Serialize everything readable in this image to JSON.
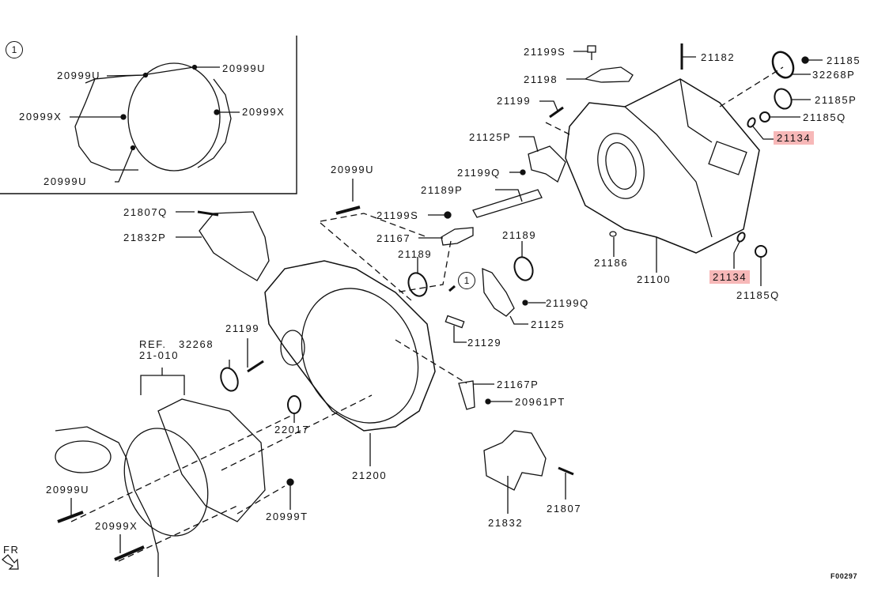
{
  "diagram": {
    "type": "exploded parts diagram",
    "subject": "transmission case / clutch housing",
    "figure_code": "F00297",
    "direction_indicator": "FR",
    "inset": {
      "callout": "1",
      "labels": [
        "20999U",
        "20999U",
        "20999X",
        "20999X",
        "20999U"
      ]
    },
    "callout_main": "1",
    "labels": {
      "p21199S_top": "21199S",
      "p21198": "21198",
      "p21182": "21182",
      "p21185": "21185",
      "p32268P": "32268P",
      "p21185P": "21185P",
      "p21199_top": "21199",
      "p21185Q_top": "21185Q",
      "p21134_top": "21134",
      "p21125P": "21125P",
      "p21199Q_top": "21199Q",
      "p21189P": "21189P",
      "p20999U_mid": "20999U",
      "p21199S_mid": "21199S",
      "p21167": "21167",
      "p21189_left": "21189",
      "p21189_right": "21189",
      "p21807Q": "21807Q",
      "p21832P": "21832P",
      "p21186": "21186",
      "p21100": "21100",
      "p21134_bottom": "21134",
      "p21185Q_bottom": "21185Q",
      "p21199Q_mid": "21199Q",
      "p21125": "21125",
      "p21129": "21129",
      "ref_line1": "REF.",
      "ref_line2": "21-010",
      "p32268": "32268",
      "p21199_mid": "21199",
      "p22017": "22017",
      "p21200": "21200",
      "p21167P": "21167P",
      "p20961PT": "20961PT",
      "p21832": "21832",
      "p21807": "21807",
      "p20999U_bottom": "20999U",
      "p20999X_bottom": "20999X",
      "p20999T": "20999T"
    },
    "highlighted_parts": [
      "21134"
    ],
    "highlight_color": "#f7b8b8",
    "line_color": "#111111"
  }
}
